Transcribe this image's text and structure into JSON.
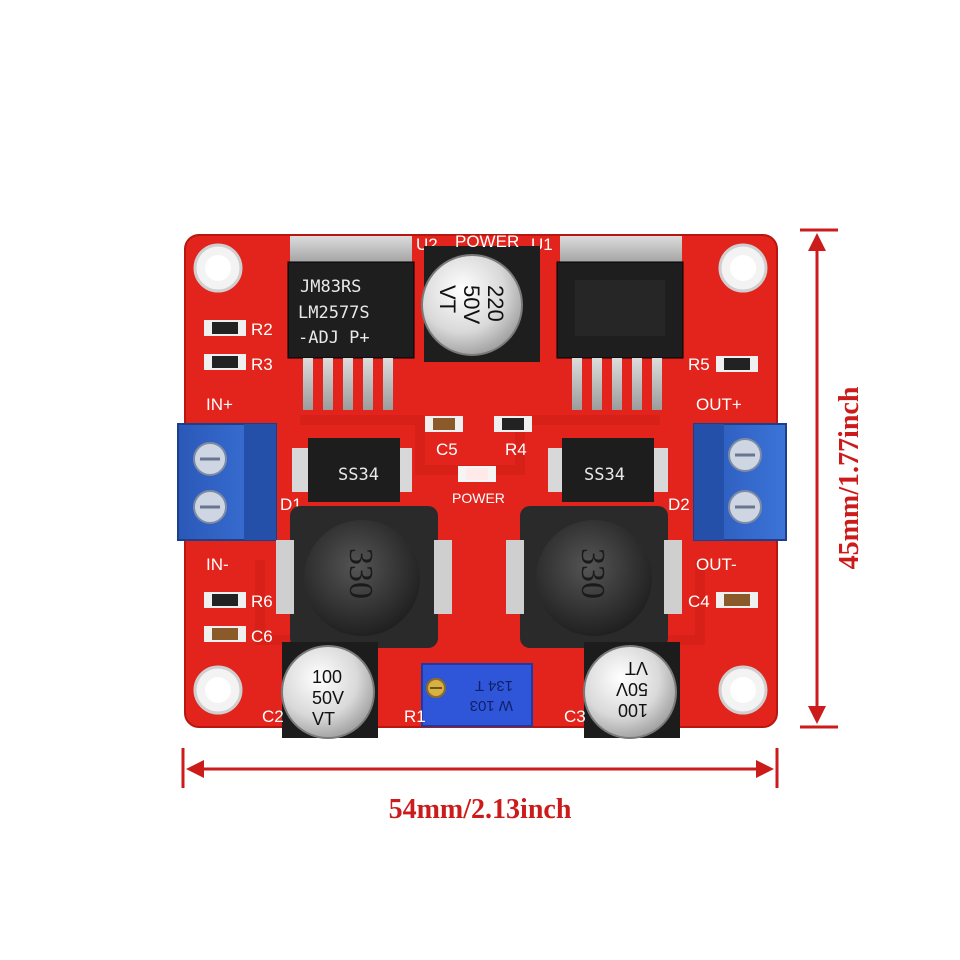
{
  "dimensions": {
    "width_label": "54mm/2.13inch",
    "height_label": "45mm/1.77inch"
  },
  "board": {
    "color": "#e2241c",
    "silkscreen": {
      "u1": "U1",
      "u2": "U2",
      "in_plus": "IN+",
      "in_minus": "IN-",
      "out_plus": "OUT+",
      "out_minus": "OUT-",
      "power": "POWER",
      "r1": "R1",
      "r2": "R2",
      "r3": "R3",
      "r4": "R4",
      "r5": "R5",
      "r6": "R6",
      "c2": "C2",
      "c3": "C3",
      "c4": "C4",
      "c5": "C5",
      "c6": "C6",
      "d1": "D1",
      "d2": "D2"
    },
    "regulator_u2": {
      "line1": "JM83RS",
      "line2": "LM2577S",
      "line3": "-ADJ  P+"
    },
    "big_cap": {
      "line1": "220",
      "line2": "50V",
      "line3": "VT"
    },
    "diode_left": "SS34",
    "diode_right": "SS34",
    "inductor_left": "330",
    "inductor_right": "330",
    "cap_left": {
      "line1": "100",
      "line2": "50V",
      "line3": "VT"
    },
    "cap_right": {
      "line1": "100",
      "line2": "50V",
      "line3": "VT"
    },
    "pot": {
      "line1": "W 103",
      "line2": "134 T"
    }
  },
  "colors": {
    "pcb_red": "#e2241c",
    "dimension_red": "#cc1b1b",
    "terminal_blue": "#2c62c6",
    "inductor_black": "#2a2a2a",
    "pot_blue": "#2f55d8"
  },
  "icons": {
    "dimension_arrows": "double-headed-arrow"
  }
}
